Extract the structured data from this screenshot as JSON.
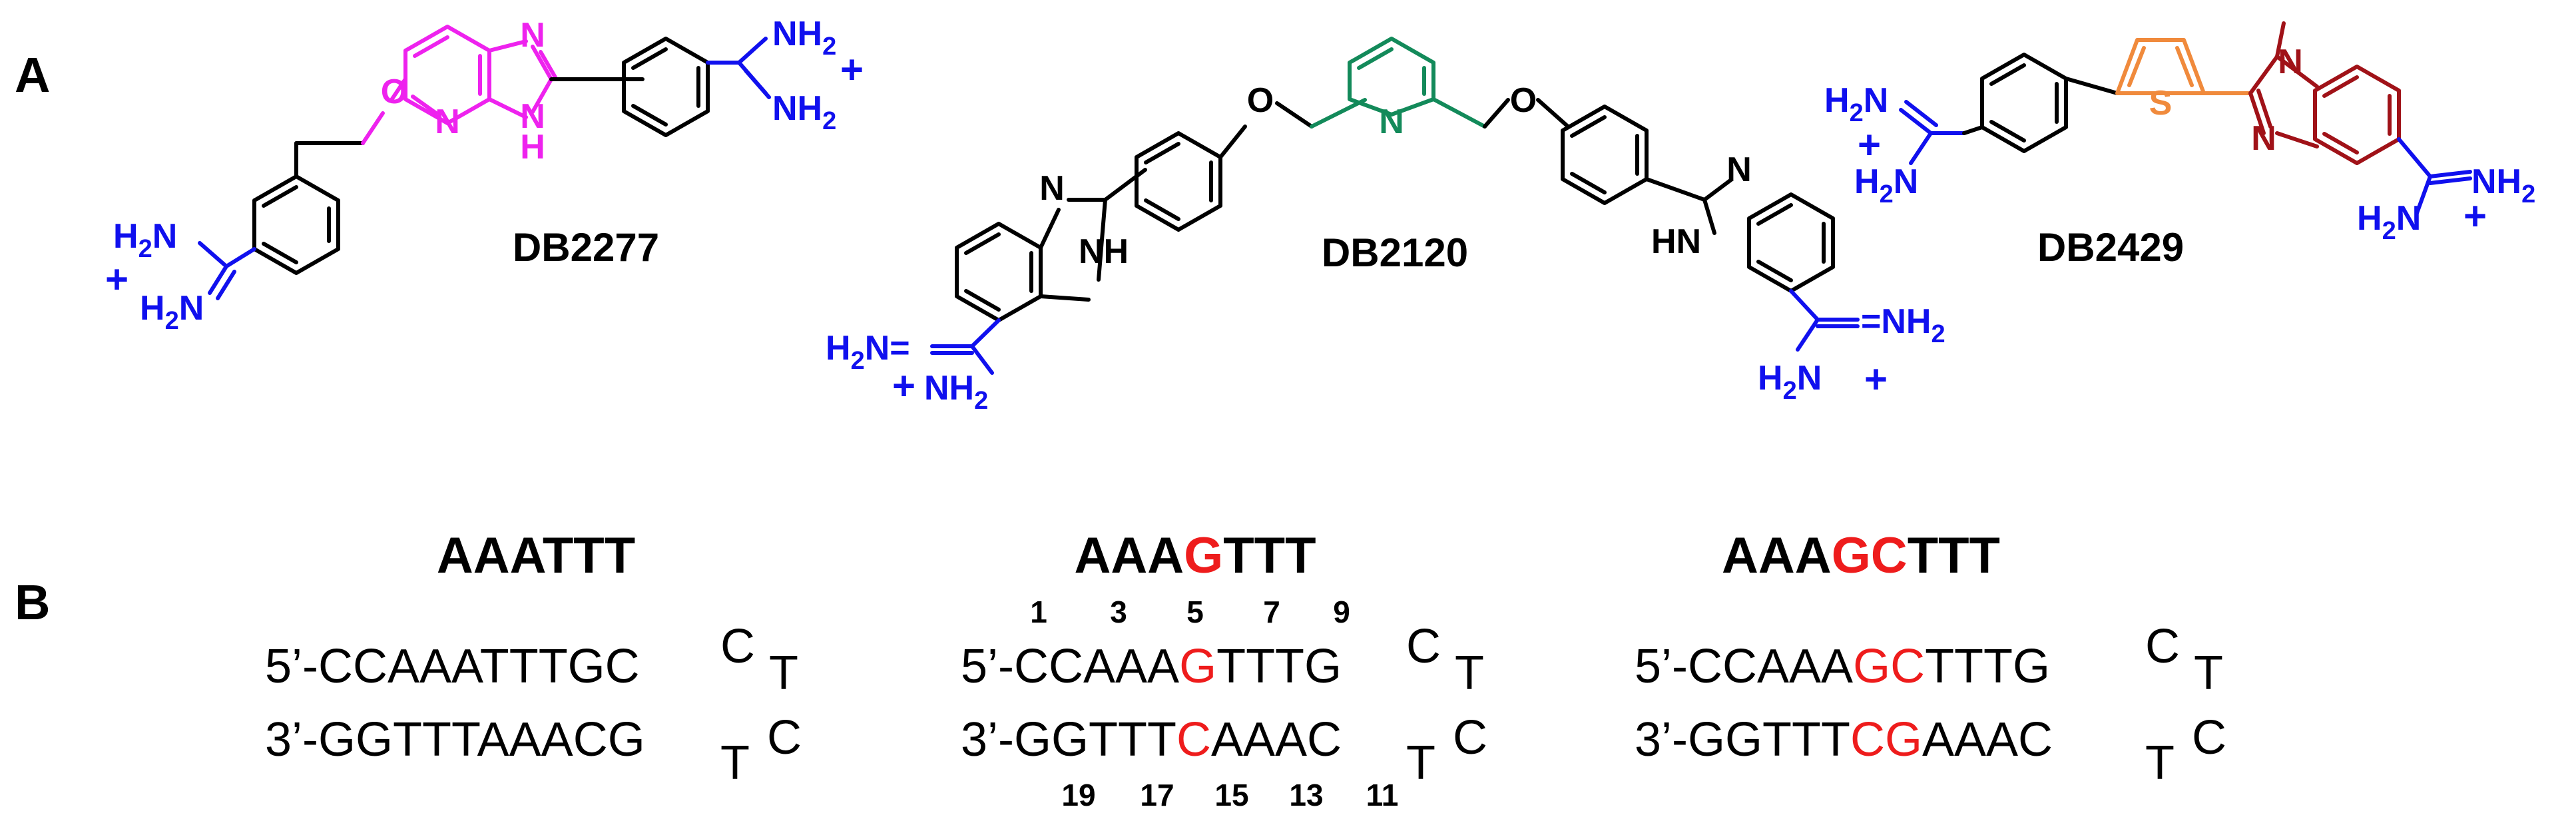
{
  "colors": {
    "black": "#000000",
    "magenta": "#ee22ee",
    "blue": "#1010ee",
    "green": "#138a5a",
    "orange": "#f08a3c",
    "darkred": "#a01218",
    "red": "#ee1c1c"
  },
  "panels": {
    "a": "A",
    "b": "B"
  },
  "compounds": [
    {
      "name": "DB2277",
      "atoms": {
        "n_top": "N",
        "n_ring": "N",
        "nh": "N",
        "h": "H",
        "o": "O",
        "nh2_top": "NH",
        "nh2_bot": "NH",
        "sub2": "2",
        "h2n_left": "H",
        "h2n_left_tail": "N",
        "plus": "+"
      }
    },
    {
      "name": "DB2120",
      "atoms": {
        "o": "O",
        "n_py": "N",
        "n": "N",
        "nh": "NH",
        "hn": "HN",
        "amidine_l": "H",
        "amidine_l_b": "N=",
        "amidine_r_b": "=NH",
        "nh2": "NH",
        "sub2": "2",
        "plus": "+"
      }
    },
    {
      "name": "DB2429",
      "atoms": {
        "s": "S",
        "n_me": "N",
        "n": "N",
        "nh2": "NH",
        "h2n": "H",
        "sub2": "2",
        "plus": "+"
      }
    }
  ],
  "sequences": [
    {
      "motif": [
        {
          "t": "AAATTT",
          "c": "black"
        }
      ],
      "top": [
        {
          "t": "5’-CCAAATTTGC",
          "c": "black"
        }
      ],
      "bottom": [
        {
          "t": "3’-GGTTTAAACG",
          "c": "black"
        }
      ],
      "loop": {
        "c1": "C",
        "t1": "T",
        "t2": "T",
        "c2": "C"
      }
    },
    {
      "motif": [
        {
          "t": "AAA",
          "c": "black"
        },
        {
          "t": "G",
          "c": "red"
        },
        {
          "t": "TTT",
          "c": "black"
        }
      ],
      "top": [
        {
          "t": "5’-CCAAA",
          "c": "black"
        },
        {
          "t": "G",
          "c": "red"
        },
        {
          "t": "TTTG",
          "c": "black"
        }
      ],
      "bottom": [
        {
          "t": "3’-GGTTT",
          "c": "black"
        },
        {
          "t": "C",
          "c": "red"
        },
        {
          "t": "AAAC",
          "c": "black"
        }
      ],
      "loop": {
        "c1": "C",
        "t1": "T",
        "t2": "T",
        "c2": "C"
      },
      "numbers_top": [
        "1",
        "3",
        "5",
        "7",
        "9"
      ],
      "numbers_bottom": [
        "19",
        "17",
        "15",
        "13",
        "11"
      ]
    },
    {
      "motif": [
        {
          "t": "AAA",
          "c": "black"
        },
        {
          "t": "GC",
          "c": "red"
        },
        {
          "t": "TTT",
          "c": "black"
        }
      ],
      "top": [
        {
          "t": "5’-CCAAA",
          "c": "black"
        },
        {
          "t": "GC",
          "c": "red"
        },
        {
          "t": "TTTG",
          "c": "black"
        }
      ],
      "bottom": [
        {
          "t": "3’-GGTTT",
          "c": "black"
        },
        {
          "t": "CG",
          "c": "red"
        },
        {
          "t": "AAAC",
          "c": "black"
        }
      ],
      "loop": {
        "c1": "C",
        "t1": "T",
        "t2": "T",
        "c2": "C"
      }
    }
  ]
}
